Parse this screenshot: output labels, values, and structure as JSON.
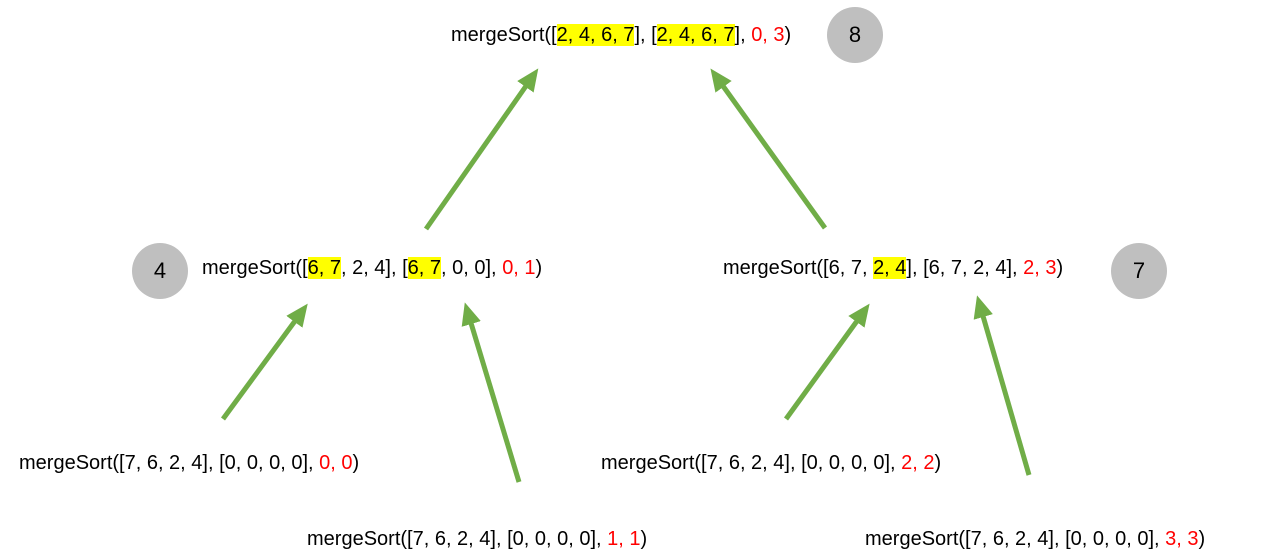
{
  "colors": {
    "arrow": "#70ad47",
    "highlight": "#ffff00",
    "index_text": "#ff0000",
    "badge": "#bfbfbf"
  },
  "nodes": {
    "root": {
      "fn": "mergeSort(",
      "a_open": "[",
      "a_hl": "2, 4, 6, 7",
      "a_close": "], ",
      "b_open": "[",
      "b_hl": "2, 4, 6, 7",
      "b_close": "], ",
      "range": "0, 3",
      "end": ")",
      "badge": "8"
    },
    "left": {
      "fn": "mergeSort(",
      "a_open": "[",
      "a_hl": "6, 7",
      "a_rest": ", 2, 4], ",
      "b_open": "[",
      "b_hl": "6, 7",
      "b_rest": ", 0, 0], ",
      "range": "0, 1",
      "end": ")",
      "badge": "4"
    },
    "right": {
      "fn": "mergeSort(",
      "a_pre": "[6, 7, ",
      "a_hl": "2, 4",
      "a_rest": "], [6, 7, 2, 4], ",
      "range": "2, 3",
      "end": ")",
      "badge": "7"
    },
    "leaf_1": {
      "text": "mergeSort([7, 6, 2, 4], [0, 0, 0, 0], ",
      "range": "0, 0",
      "end": ")"
    },
    "leaf_2": {
      "text": "mergeSort([7, 6, 2, 4], [0, 0, 0, 0], ",
      "range": "1, 1",
      "end": ")"
    },
    "leaf_3": {
      "text": "mergeSort([7, 6, 2, 4], [0, 0, 0, 0], ",
      "range": "2, 2",
      "end": ")"
    },
    "leaf_4": {
      "text": "mergeSort([7, 6, 2, 4], [0, 0, 0, 0], ",
      "range": "3, 3",
      "end": ")"
    }
  }
}
